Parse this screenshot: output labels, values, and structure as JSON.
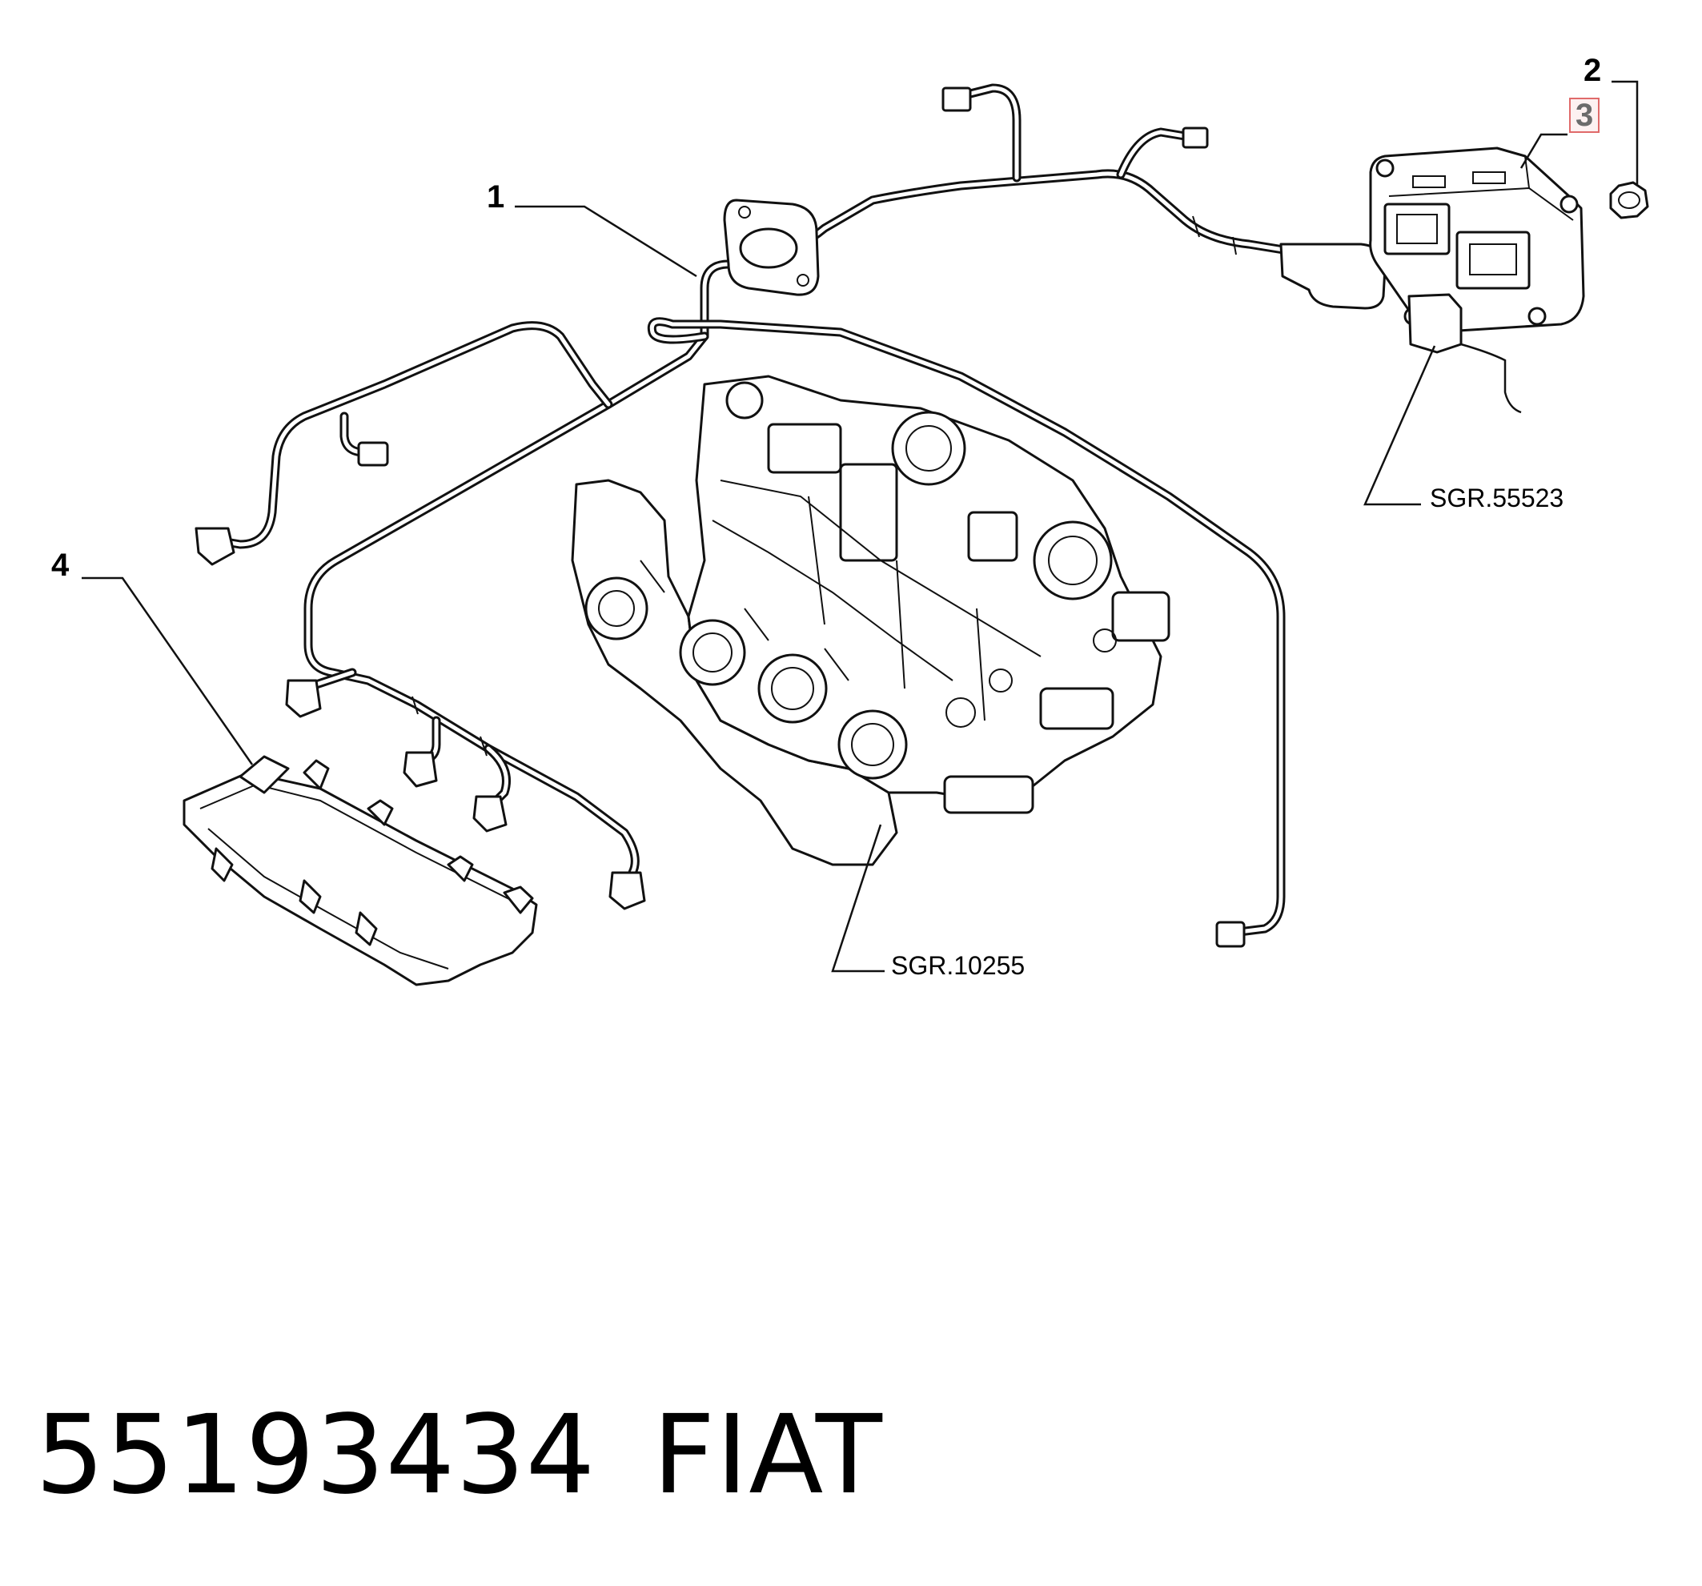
{
  "diagram": {
    "callouts": {
      "c1": "1",
      "c2": "2",
      "c3": "3",
      "c4": "4"
    },
    "references": {
      "ref_ecu": "SGR.55523",
      "ref_manifold": "SGR.10255"
    }
  },
  "footer": {
    "part_number": "55193434",
    "brand": "FIAT"
  }
}
